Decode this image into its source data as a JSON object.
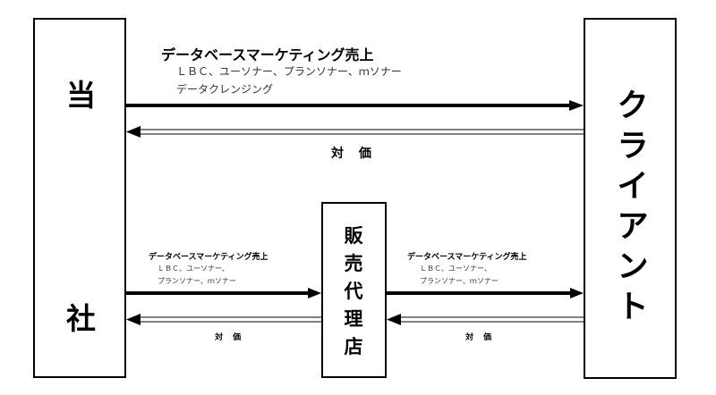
{
  "company": {
    "top_char": "当",
    "bottom_char": "社"
  },
  "client": {
    "chars": [
      "ク",
      "ラ",
      "イ",
      "ア",
      "ン",
      "ト"
    ]
  },
  "agency": {
    "chars": [
      "販",
      "売",
      "代",
      "理",
      "店"
    ]
  },
  "direct": {
    "title": "データベースマーケティング売上",
    "line1": "ＬＢＣ、ユーソナー、プランソナー、ｍソナー",
    "line2": "データクレンジング",
    "price": "対 価"
  },
  "company_to_agency": {
    "title": "データベースマーケティング売上",
    "line1": "ＬＢＣ、ユーソナー、",
    "line2": "プランソナー、ｍソナー",
    "price": "対 価"
  },
  "agency_to_client": {
    "title": "データベースマーケティング売上",
    "line1": "ＬＢＣ、ユーソナー、",
    "line2": "プランソナー、ｍソナー",
    "price": "対 価"
  }
}
